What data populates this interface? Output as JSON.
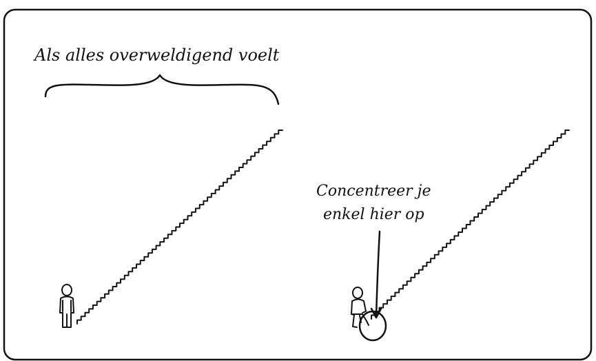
{
  "colors": {
    "ink": "#111111",
    "background": "#ffffff"
  },
  "left_panel": {
    "caption": "Als alles overweldigend voelt"
  },
  "right_panel": {
    "callout_line1": "Concentreer je",
    "callout_line2": "enkel hier op"
  }
}
